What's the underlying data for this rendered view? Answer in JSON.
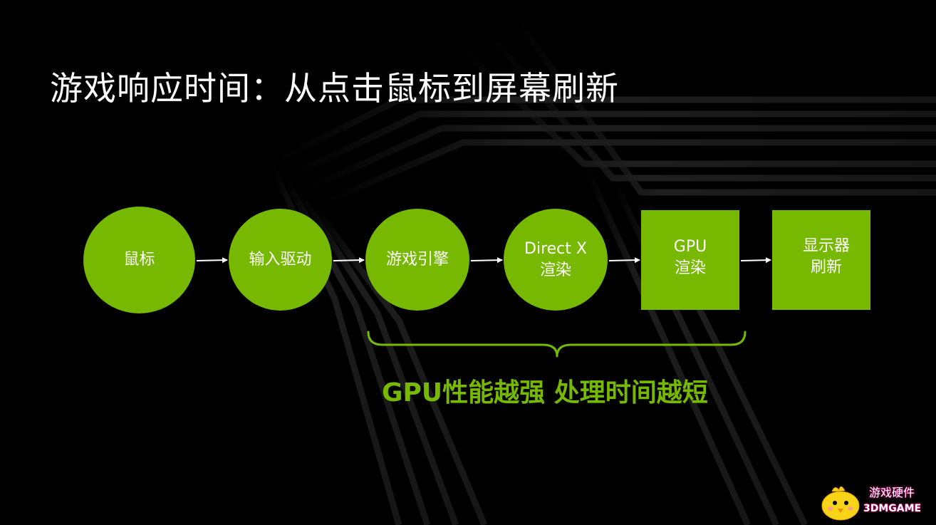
{
  "title": "游戏响应时间：从点击鼠标到屏幕刷新",
  "nodes": [
    {
      "id": "mouse",
      "shape": "circle",
      "lines": [
        "鼠标"
      ]
    },
    {
      "id": "input-driver",
      "shape": "circle",
      "lines": [
        "输入驱动"
      ]
    },
    {
      "id": "game-engine",
      "shape": "circle",
      "lines": [
        "游戏引擎"
      ]
    },
    {
      "id": "directx-render",
      "shape": "circle",
      "lines": [
        "Direct X",
        "渲染"
      ]
    },
    {
      "id": "gpu-render",
      "shape": "square",
      "lines": [
        "GPU",
        "渲染"
      ]
    },
    {
      "id": "display-refresh",
      "shape": "square",
      "lines": [
        "显示器",
        "刷新"
      ]
    }
  ],
  "brace_caption": "GPU性能越强 处理时间越短",
  "colors": {
    "background": "#000000",
    "accent": "#76b900",
    "text": "#ffffff",
    "watermark_outline": "#e4007f"
  },
  "watermark": {
    "line1": "游戏硬件",
    "line2": "3DMGAME",
    "icon": "chick-mascot-icon"
  }
}
